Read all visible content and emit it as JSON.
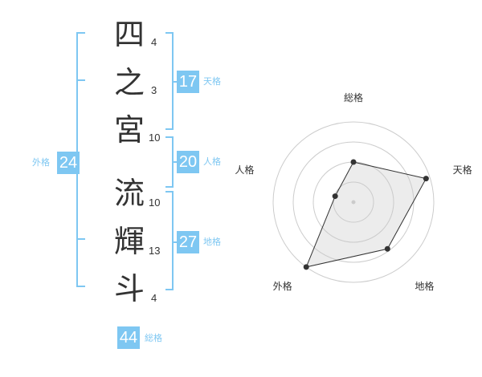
{
  "name": {
    "chars": [
      {
        "char": "四",
        "strokes": "4"
      },
      {
        "char": "之",
        "strokes": "3"
      },
      {
        "char": "宮",
        "strokes": "10"
      },
      {
        "char": "流",
        "strokes": "10"
      },
      {
        "char": "輝",
        "strokes": "13"
      },
      {
        "char": "斗",
        "strokes": "4"
      }
    ]
  },
  "kakusu": {
    "tenkaku": {
      "value": "17",
      "label": "天格"
    },
    "jinkaku": {
      "value": "20",
      "label": "人格"
    },
    "chikaku": {
      "value": "27",
      "label": "地格"
    },
    "gaikaku": {
      "value": "24",
      "label": "外格"
    },
    "soukaku": {
      "value": "44",
      "label": "総格"
    }
  },
  "colors": {
    "accent": "#7ec7f2",
    "text": "#333333"
  },
  "chart_data": {
    "type": "radar",
    "axes": [
      "総格",
      "天格",
      "地格",
      "外格",
      "人格"
    ],
    "values": [
      0.5,
      0.95,
      0.72,
      1.0,
      0.24
    ],
    "rings": 4,
    "grid": true
  }
}
